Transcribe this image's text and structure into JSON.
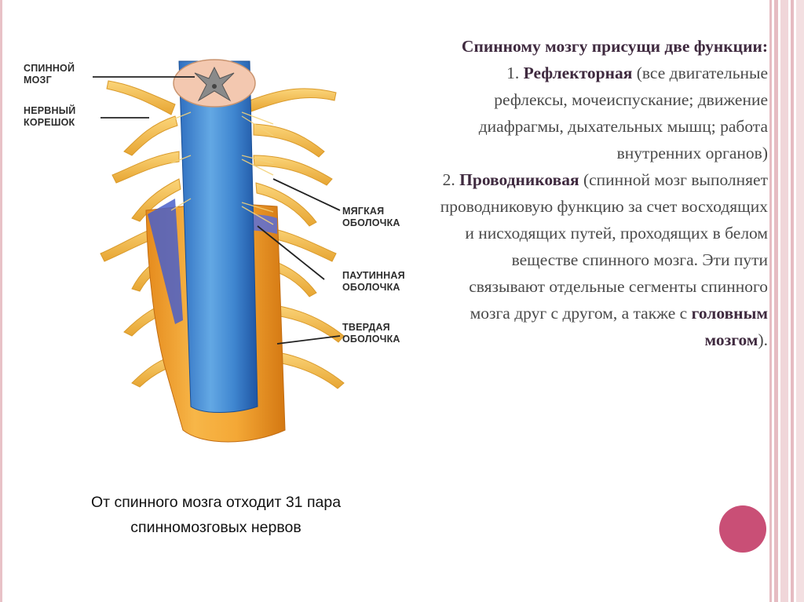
{
  "diagram": {
    "labels": {
      "spinal_cord": [
        "СПИННОЙ",
        "МОЗГ"
      ],
      "nerve_root": [
        "НЕРВНЫЙ",
        "КОРЕШОК"
      ],
      "pia": [
        "МЯГКАЯ",
        "ОБОЛОЧКА"
      ],
      "arachnoid": [
        "ПАУТИННАЯ",
        "ОБОЛОЧКА"
      ],
      "dura": [
        "ТВЕРДАЯ",
        "ОБОЛОЧКА"
      ]
    }
  },
  "caption": {
    "line1": "От спинного мозга отходит 31 пара",
    "line2": "спинномозговых нервов"
  },
  "text": {
    "heading": "Спинному мозгу присущи две функции:",
    "item1_num": "1. ",
    "item1_title": "Рефлекторная",
    "item1_body": " (все двигательные рефлексы, мочеиспускание; движение диафрагмы, дыхательных мышц; работа внутренних органов)",
    "item2_num": "2. ",
    "item2_title": "Проводниковая",
    "item2_body": " (спинной мозг выполняет проводниковую функцию за счет восходящих и нисходящих путей, проходящих в белом веществе спинного мозга. Эти пути связывают отдельные сегменты спинного мозга друг с другом, а также с ",
    "item2_strong_tail": "головным мозгом",
    "item2_end": ")."
  },
  "colors": {
    "accent_circle": "#c94f76",
    "stripes": "#e3b4bb",
    "heading": "#3f2a3f"
  }
}
